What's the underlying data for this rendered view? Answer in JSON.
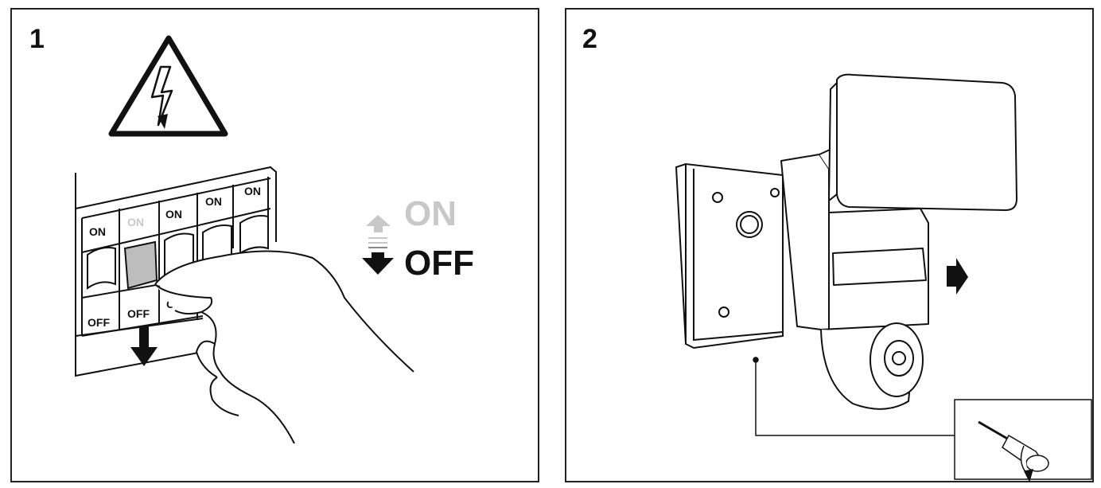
{
  "steps": [
    {
      "number": "1",
      "legend": {
        "on_label": "ON",
        "off_label": "OFF"
      },
      "breakers": [
        {
          "top": "ON",
          "bottom": "OFF",
          "state": "on"
        },
        {
          "top": "ON",
          "bottom": "OFF",
          "state": "switched"
        },
        {
          "top": "ON",
          "bottom": "OFF",
          "state": "on"
        },
        {
          "top": "ON",
          "bottom": "",
          "state": "on"
        },
        {
          "top": "ON",
          "bottom": "",
          "state": "on"
        }
      ]
    },
    {
      "number": "2"
    }
  ],
  "colors": {
    "line": "#1a1a1a",
    "muted": "#c8c8c8",
    "fill": "#ffffff"
  }
}
